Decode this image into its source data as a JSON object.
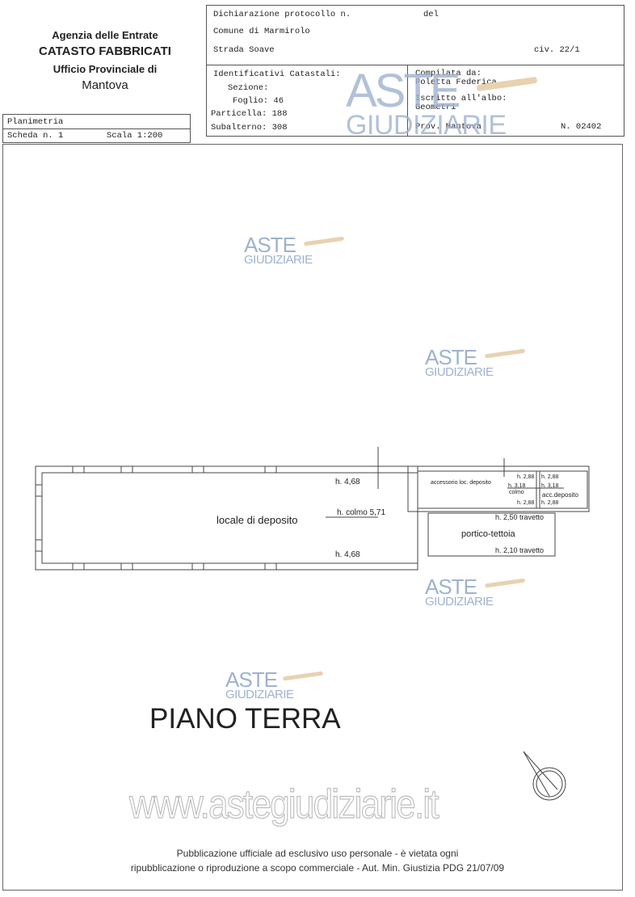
{
  "agency": {
    "line1": "Agenzia delle Entrate",
    "line2": "CATASTO FABBRICATI",
    "line3": "Ufficio Provinciale di",
    "line4": "Mantova"
  },
  "sheet": {
    "type": "Planimetria",
    "scheda": "Scheda n. 1",
    "scala": "Scala 1:200"
  },
  "header": {
    "dichiarazione": "Dichiarazione protocollo n.",
    "del": "del",
    "comune": "Comune di Marmirolo",
    "strada": "Strada Soave",
    "civico": "civ. 22/1"
  },
  "identificativi": {
    "title": "Identificativi Catastali:",
    "sezione": "Sezione:",
    "foglio": "Foglio: 46",
    "particella": "Particella: 188",
    "subalterno": "Subalterno: 308"
  },
  "compilata": {
    "label": "Compilata da:",
    "name": "Poletta Federica",
    "albo_label": "Iscritto all'albo:",
    "albo": "Geometri",
    "prov": "Prov. Mantova",
    "numero": "N. 02402"
  },
  "watermark": {
    "aste": "ASTE",
    "giudiziarie": "GIUDIZIARIE",
    "url": "www.astegiudiziarie.it"
  },
  "plan": {
    "h_top": "h. 4,68",
    "h_bottom": "h. 4,68",
    "main_room": "locale di deposito",
    "colmo": "h. colmo 5,71",
    "accessorio": "accessorio loc. deposito",
    "h288a": "h. 2,88",
    "h318a": "h. 3,18",
    "colmo_small": "colmo",
    "h288b": "h. 2,88",
    "h288c": "h. 2,88",
    "h318b": "h. 3,18",
    "acc_deposito": "acc.deposito",
    "h288d": "h. 2,88",
    "travetto1": "h. 2,50 travetto",
    "portico": "portico-tettoia",
    "travetto2": "h. 2,10 travetto",
    "floor": "PIANO TERRA"
  },
  "footer": {
    "line1": "Pubblicazione ufficiale ad esclusivo uso personale - è vietata ogni",
    "line2": "ripubblicazione o riproduzione a scopo commerciale - Aut. Min. Giustizia PDG 21/07/09"
  }
}
